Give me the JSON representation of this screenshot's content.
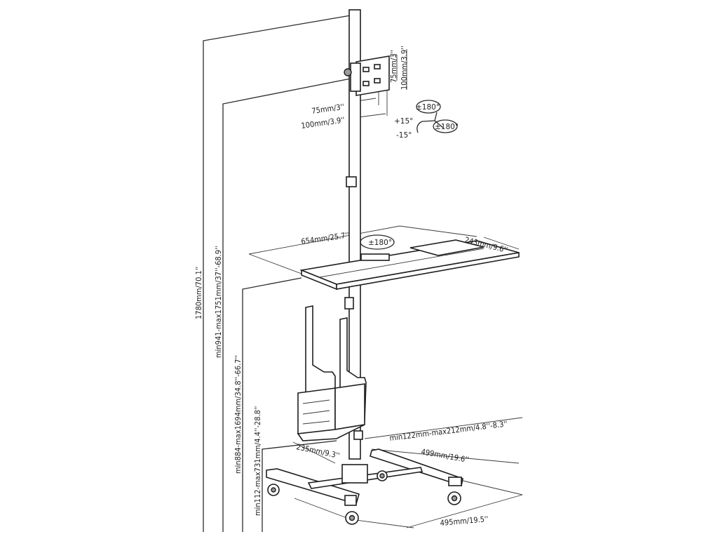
{
  "labels": {
    "height_total": "1780mm/70.1''",
    "height_monitor": "min941-max1751mm/37''-68.9''",
    "height_tray": "min884-max1694mm/34.8''-66.7''",
    "height_cpu": "min112-max731mm/4.4''-28.8''",
    "vesa_w_75": "75mm/3''",
    "vesa_w_100": "100mm/3.9''",
    "vesa_h_75": "75mm/3''",
    "vesa_h_100": "100mm/3.9''",
    "tilt_up": "+15°",
    "tilt_down": "-15°",
    "swivel": "±180°",
    "rotate": "±180°",
    "tray_swivel": "±180°",
    "tray_width": "654mm/25.7''",
    "tray_depth": "243mm/9.6''",
    "cpu_width": "min122mm-max212mm/4.8''-8.3''",
    "cpu_depth": "235mm/9.3''",
    "base_depth": "499mm/19.6''",
    "base_width": "495mm/19.5''"
  }
}
